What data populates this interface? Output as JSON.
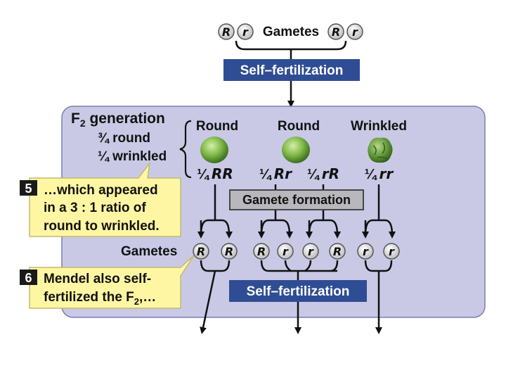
{
  "colors": {
    "panel_fill": "#c9c9e6",
    "panel_stroke": "#7d7db0",
    "blue_box": "#2f4d94",
    "gray_box": "#b8b8bc",
    "callout_fill": "#fff6a3",
    "callout_stroke": "#c4b870",
    "pea_green": "#7fb848"
  },
  "top": {
    "gametes_label": "Gametes",
    "left_alleles": [
      "R",
      "r"
    ],
    "right_alleles": [
      "R",
      "r"
    ],
    "self_fertilization": "Self–fertilization"
  },
  "f2": {
    "heading_letter": "F",
    "heading_sub": "2",
    "heading_rest": " generation",
    "ratio_round": "¾ round",
    "ratio_wrinkled": "¼ wrinkled",
    "phenotypes": [
      "Round",
      "Round",
      "Wrinkled"
    ],
    "genotypes": [
      {
        "fraction": "¼",
        "genotype": "RR"
      },
      {
        "fraction": "¼",
        "genotype": "Rr"
      },
      {
        "fraction": "¼",
        "genotype": "rR"
      },
      {
        "fraction": "¼",
        "genotype": "rr"
      }
    ],
    "gamete_formation": "Gamete formation",
    "gametes_label": "Gametes",
    "gamete_alleles": [
      "R",
      "R",
      "R",
      "r",
      "r",
      "R",
      "r",
      "r"
    ],
    "self_fertilization": "Self–fertilization"
  },
  "callouts": {
    "step5_number": "5",
    "step5_lines": [
      "…which appeared",
      "in a 3 : 1 ratio of",
      "round to wrinkled."
    ],
    "step6_number": "6",
    "step6_line1": "Mendel also self-",
    "step6_line2_a": "fertilized the F",
    "step6_line2_sub": "2",
    "step6_line2_b": ",…"
  }
}
